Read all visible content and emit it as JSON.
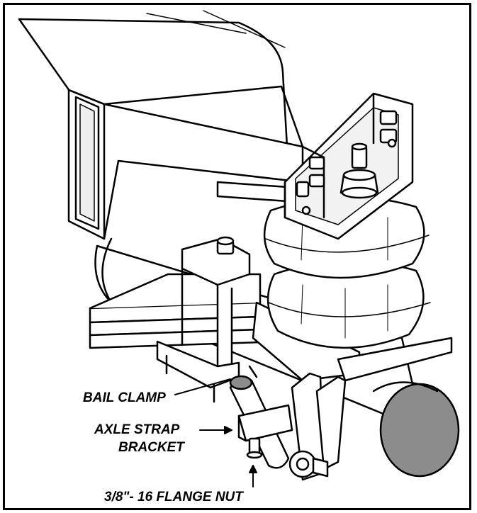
{
  "labels": {
    "bail_clamp": "BAIL CLAMP",
    "axle_strap_line1": "AXLE STRAP",
    "axle_strap_line2": "BRACKET",
    "flange_nut": "3/8\"- 16 FLANGE NUT"
  },
  "colors": {
    "line": "#000000",
    "fill": "#ffffff",
    "shade": "#e6e6e6",
    "axle_end": "#8c8c8c"
  }
}
